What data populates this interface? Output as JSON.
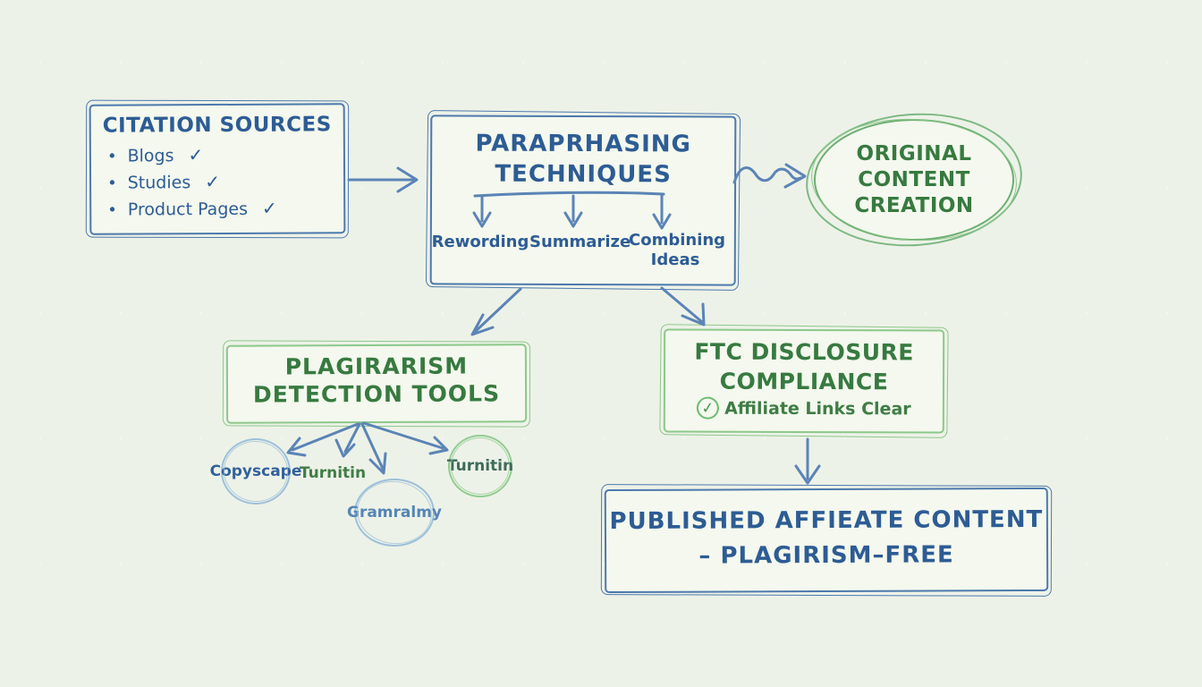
{
  "palette": {
    "background": "#edf2e8",
    "box_fill": "#f4f8ee",
    "blue_ink": "#2d5c94",
    "blue_border": "#4d79ad",
    "blue_arrow": "#5b84b6",
    "light_blue_circle": "#9dc0da",
    "green_ink": "#377a40",
    "green_border": "#8cc88a",
    "green_ellipse": "#6cae72"
  },
  "nodes": {
    "citation_sources": {
      "title": "CITATION SOURCES",
      "items": [
        {
          "bullet": "•",
          "label": "Blogs",
          "check": "✓"
        },
        {
          "bullet": "•",
          "label": "Studies",
          "check": "✓"
        },
        {
          "bullet": "•",
          "label": "Product Pages",
          "check": "✓"
        }
      ]
    },
    "paraphrasing": {
      "title_line1": "PARAPRHASING",
      "title_line2": "TECHNIQUES",
      "techniques": [
        "Rewording",
        "Summarize",
        "Combining Ideas"
      ]
    },
    "original_content": {
      "line1": "ORIGINAL",
      "line2": "CONTENT",
      "line3": "CREATION"
    },
    "detection_tools": {
      "title_line1": "PLAGIRARISM",
      "title_line2": "DETECTION TOOLS",
      "tools": [
        {
          "label": "Copyscape"
        },
        {
          "label": "Turnitin"
        },
        {
          "label": "Gramralmy"
        },
        {
          "label": "Turnitin"
        }
      ]
    },
    "ftc_compliance": {
      "title_line1": "FTC DISCLOSURE",
      "title_line2": "COMPLIANCE",
      "check_icon": "✓",
      "check_label": "Affiliate Links Clear"
    },
    "published": {
      "line1": "PUBLISHED AFFIEATE CONTENT",
      "line2": "– PLAGIRISM–FREE"
    }
  }
}
